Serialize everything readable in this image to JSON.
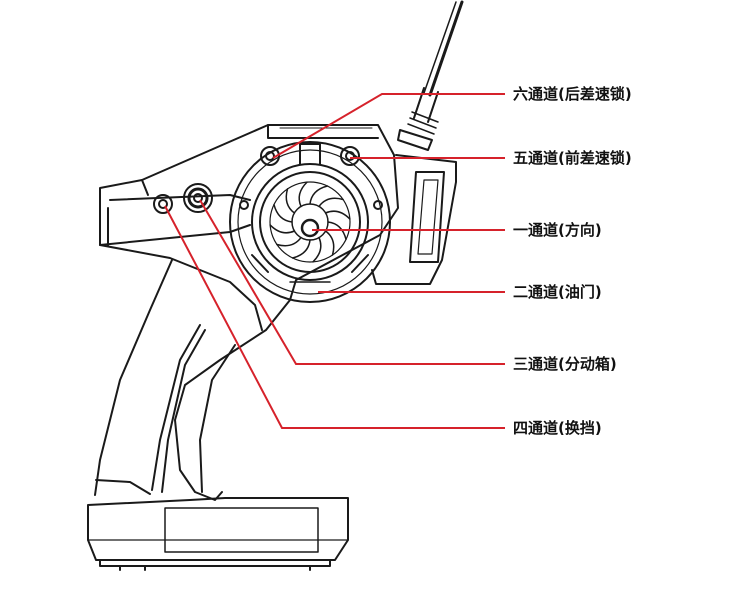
{
  "diagram": {
    "line_color": "#d6222b",
    "outline_color": "#1a1a1a",
    "callouts": [
      {
        "id": "ch6",
        "label": "六通道(后差速锁)"
      },
      {
        "id": "ch5",
        "label": "五通道(前差速锁)"
      },
      {
        "id": "ch1",
        "label": "一通道(方向)"
      },
      {
        "id": "ch2",
        "label": "二通道(油门)"
      },
      {
        "id": "ch3",
        "label": "三通道(分动箱)"
      },
      {
        "id": "ch4",
        "label": "四通道(换挡)"
      }
    ]
  }
}
